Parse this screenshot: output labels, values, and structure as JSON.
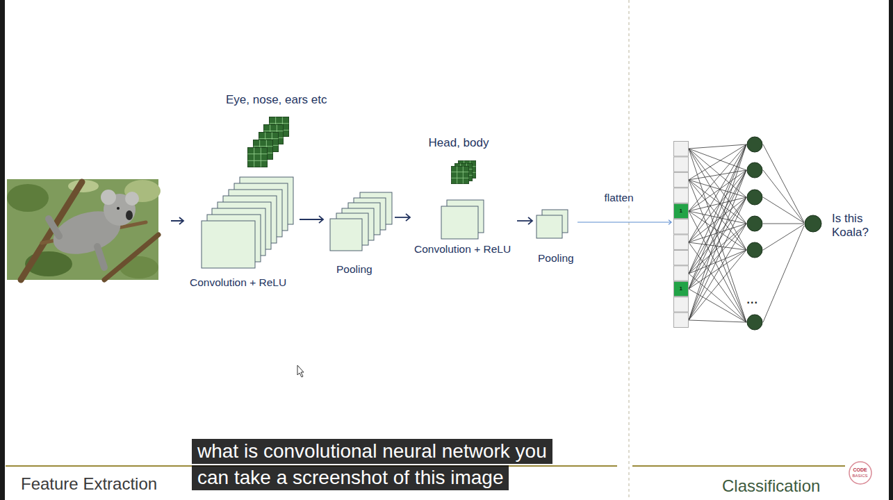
{
  "diagram": {
    "nodes": [
      {
        "text": [
          "Convolution + ReLU"
        ]
      },
      {
        "text": [
          "Pooling"
        ]
      },
      {
        "text": [
          "Convolution + ReLU"
        ]
      },
      {
        "text": [
          "Pooling"
        ]
      },
      {
        "text": [
          "1",
          "1"
        ]
      },
      {
        "text": [
          "Is this Koala?"
        ]
      }
    ],
    "edges": [
      {
        "from": 0,
        "to": 1,
        "arrow": "to"
      },
      {
        "from": 1,
        "to": 2,
        "arrow": "to"
      },
      {
        "from": 2,
        "to": 3,
        "arrow": "to"
      },
      {
        "from": 3,
        "to": 4,
        "arrow": "to",
        "label": "flatten"
      }
    ],
    "labels": [
      "Eye, nose, ears etc",
      "Head, body",
      "...",
      "Feature Extraction",
      "Classification",
      "what is convolutional neural network you",
      "can take a screenshot of this image",
      "CODE",
      "BASICS"
    ]
  }
}
